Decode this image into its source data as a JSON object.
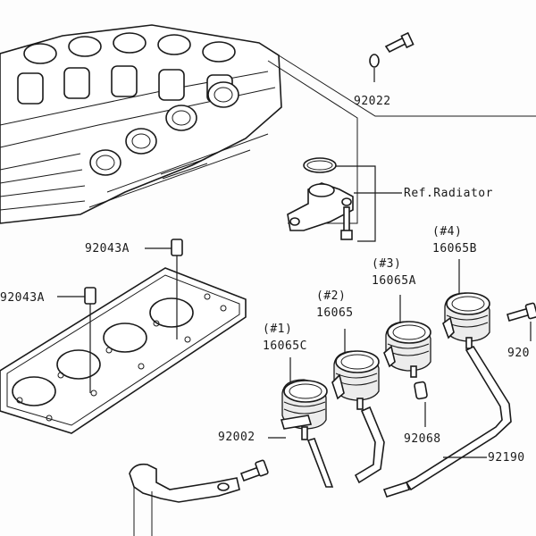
{
  "labels": {
    "p92022": "92022",
    "ref_radiator": "Ref.Radiator",
    "p92043a_top": "92043A",
    "p92043a_left": "92043A",
    "pos1": "(#1)",
    "p16065c": "16065C",
    "pos2": "(#2)",
    "p16065": "16065",
    "pos3": "(#3)",
    "p16065a": "16065A",
    "pos4": "(#4)",
    "p16065b": "16065B",
    "p920_right": "920",
    "p92002": "92002",
    "p92068": "92068",
    "p92190": "92190"
  }
}
